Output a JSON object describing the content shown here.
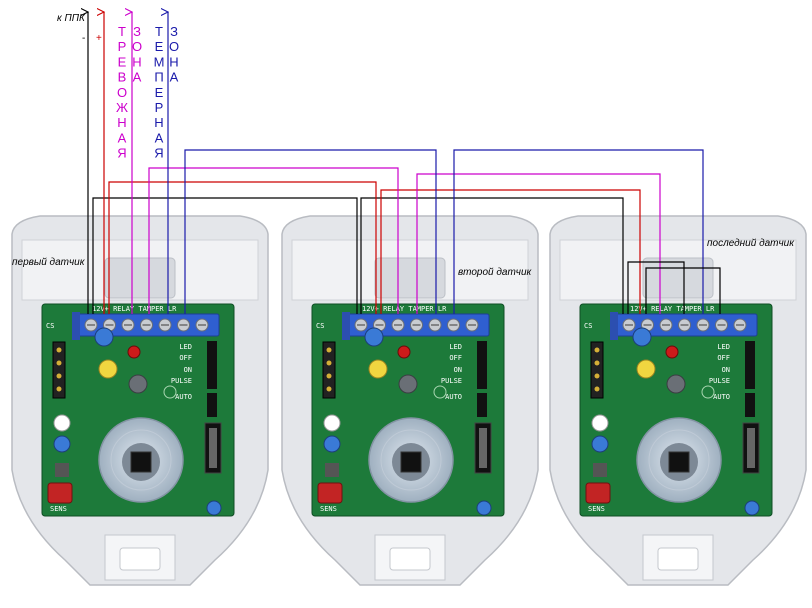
{
  "header": {
    "panel_label": "к ППК",
    "minus_label": "-",
    "plus_label": "+"
  },
  "vertical_labels": {
    "alarm": "ТРЕВОЖНАЯ",
    "zone1": "ЗОНА",
    "tamper": "ТЕМПЕРНАЯ",
    "zone2": "ЗОНА"
  },
  "sensors": [
    {
      "caption": "первый датчик"
    },
    {
      "caption": "второй датчик"
    },
    {
      "caption": "последний датчик"
    }
  ],
  "board": {
    "terminal_labels": "12V+  RELAY  TAMPER  LR",
    "led_label": "LED",
    "off_label": "OFF",
    "on_label": "ON",
    "pulse_label": "PULSE",
    "auto_label": "AUTO",
    "sens_label": "SENS",
    "cs_label": "CS"
  },
  "colors": {
    "minus_wire": "#000000",
    "plus_wire": "#cc0000",
    "alarm_wire": "#cc00cc",
    "tamper_wire": "#9900cc",
    "zone_wire": "#1a1aaa",
    "pcb": "#1d7a3a",
    "terminal": "#2f5fd0",
    "housing": "#e4e6ea"
  }
}
